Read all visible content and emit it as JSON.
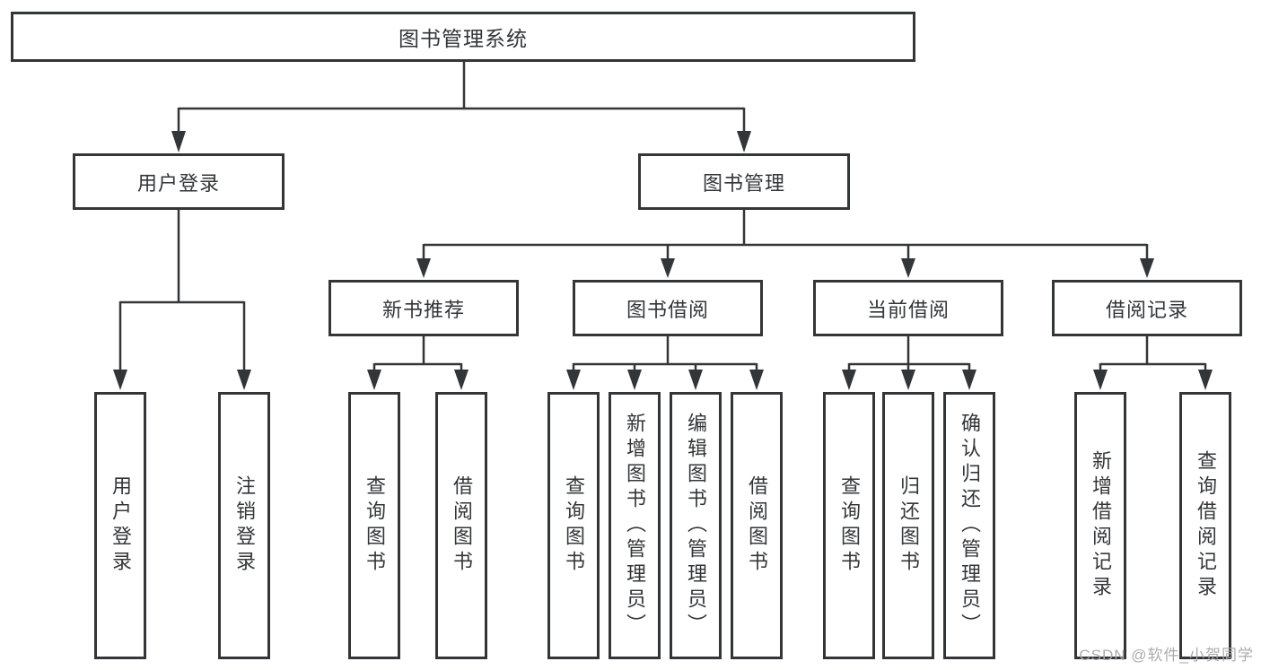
{
  "diagram": {
    "root": {
      "label": "图书管理系统"
    },
    "level2": [
      {
        "label": "用户登录"
      },
      {
        "label": "图书管理"
      }
    ],
    "level3": [
      {
        "label": "新书推荐"
      },
      {
        "label": "图书借阅"
      },
      {
        "label": "当前借阅"
      },
      {
        "label": "借阅记录"
      }
    ],
    "leaves": [
      {
        "label": "用户登录"
      },
      {
        "label": "注销登录"
      },
      {
        "label": "查询图书"
      },
      {
        "label": "借阅图书"
      },
      {
        "label": "查询图书"
      },
      {
        "label": "新增图书（管理员）"
      },
      {
        "label": "编辑图书（管理员）"
      },
      {
        "label": "借阅图书"
      },
      {
        "label": "查询图书"
      },
      {
        "label": "归还图书"
      },
      {
        "label": "确认归还（管理员）"
      },
      {
        "label": "新增借阅记录"
      },
      {
        "label": "查询借阅记录"
      }
    ]
  },
  "watermark": {
    "text": "CSDN @软件_小贺同学"
  },
  "colors": {
    "line": "#333639",
    "box_border": "#333639",
    "text": "#333639",
    "watermark": "#a8a8a8",
    "background": "#ffffff"
  }
}
